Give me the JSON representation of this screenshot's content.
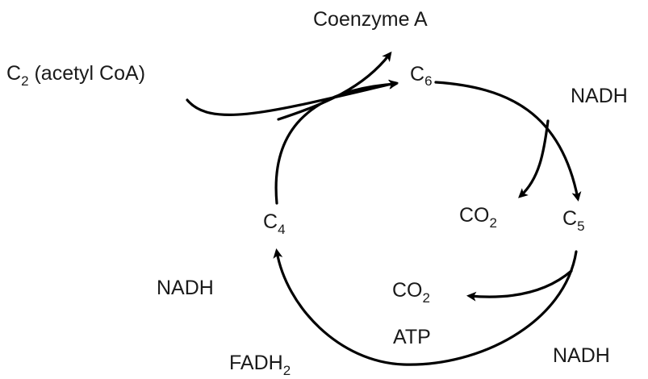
{
  "labels": {
    "coenzyme_a": "Coenzyme A",
    "c2_base": "C",
    "c2_sub": "2",
    "c2_rest": " (acetyl CoA)",
    "c6_base": "C",
    "c6_sub": "6",
    "nadh_1": "NADH",
    "co2_1_base": "CO",
    "co2_1_sub": "2",
    "c5_base": "C",
    "c5_sub": "5",
    "c4_base": "C",
    "c4_sub": "4",
    "nadh_2": "NADH",
    "co2_2_base": "CO",
    "co2_2_sub": "2",
    "atp": "ATP",
    "fadh2_base": "FADH",
    "fadh2_sub": "2",
    "nadh_3": "NADH"
  }
}
